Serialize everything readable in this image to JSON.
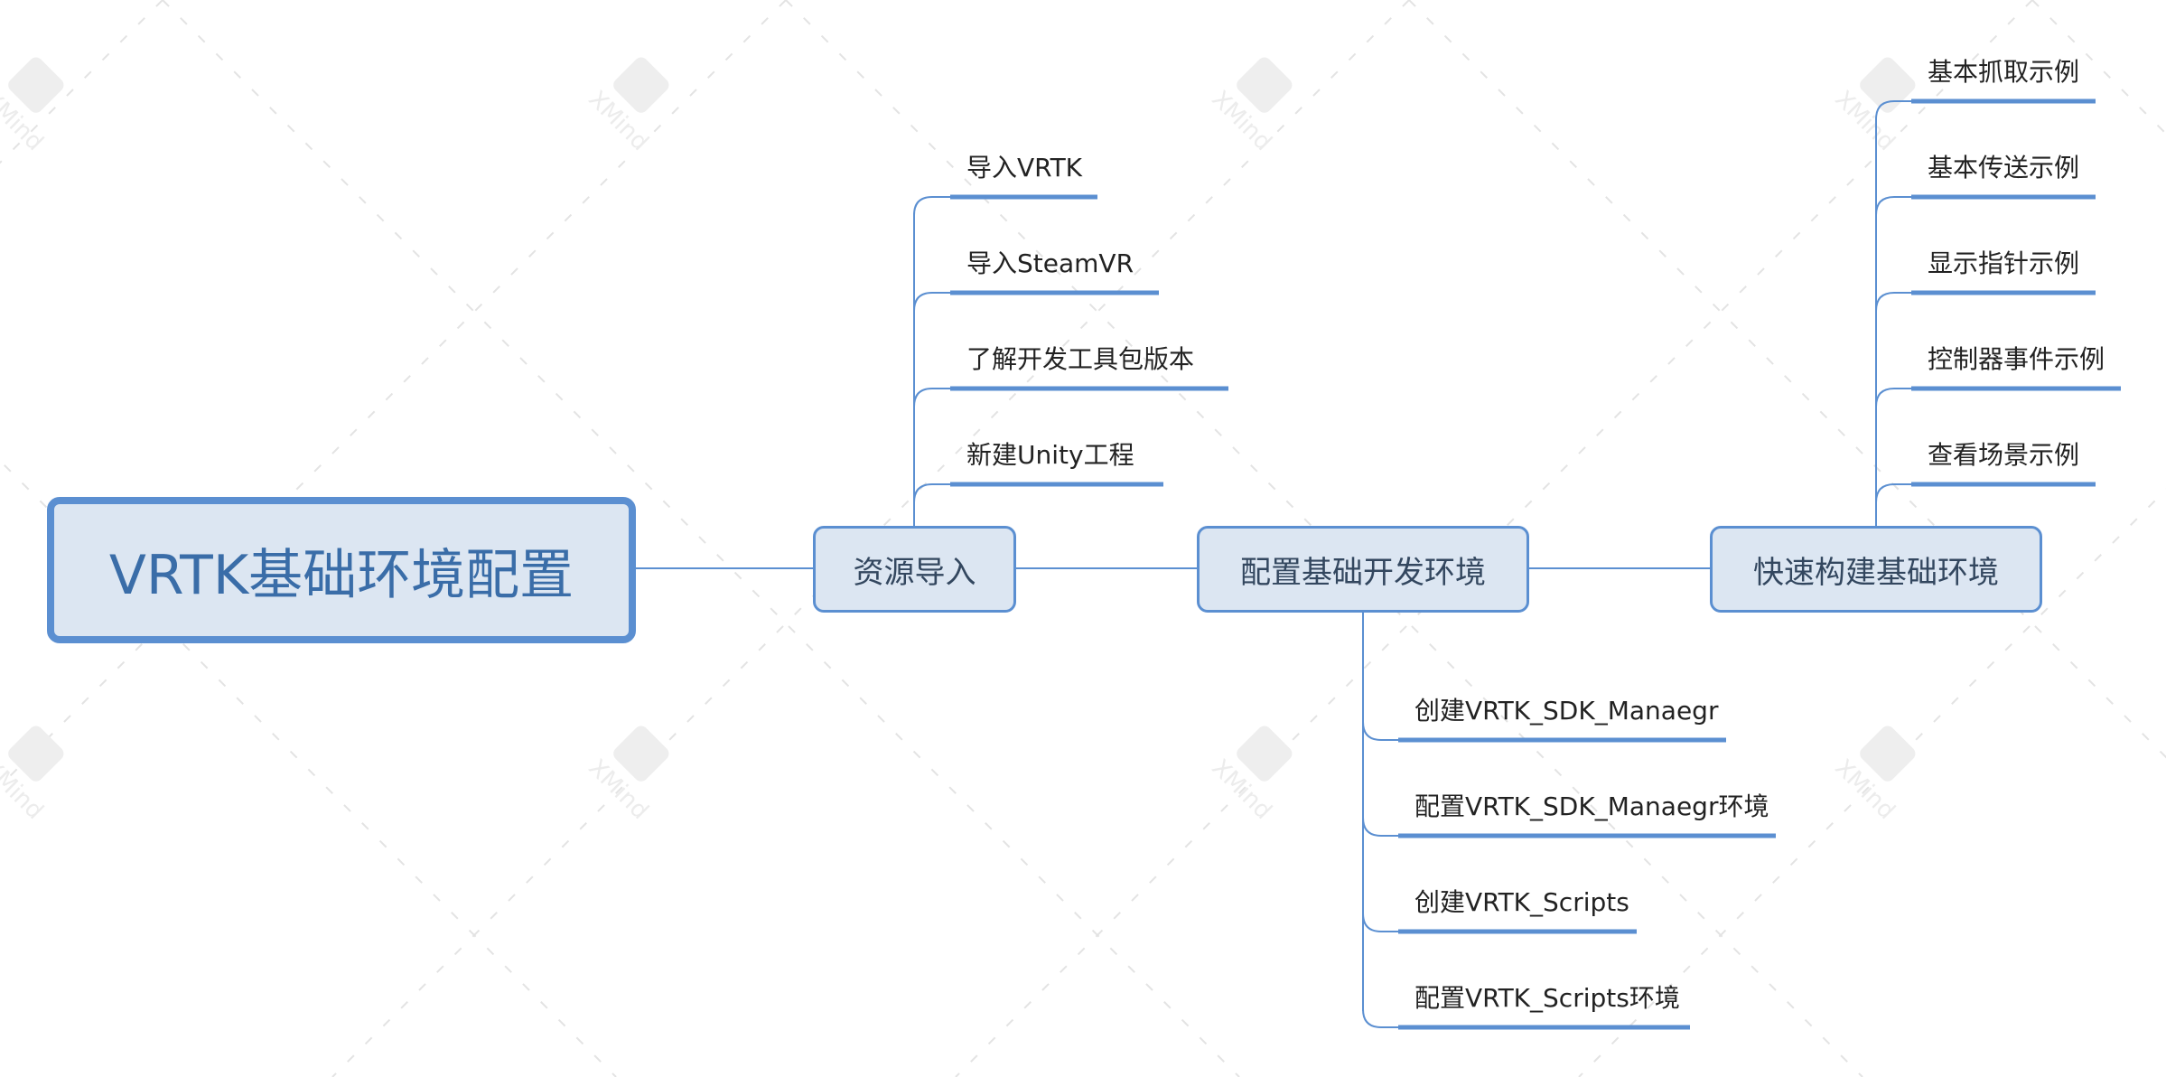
{
  "diagram": {
    "root": {
      "id": "root",
      "label": "VRTK基础环境配置"
    },
    "mains": [
      {
        "id": "m1",
        "label": "资源导入"
      },
      {
        "id": "m2",
        "label": "配置基础开发环境"
      },
      {
        "id": "m3",
        "label": "快速构建基础环境"
      }
    ],
    "leaves": {
      "m1": [
        "导入VRTK",
        "导入SteamVR",
        "了解开发工具包版本",
        "新建Unity工程"
      ],
      "m2": [
        "创建VRTK_SDK_Manaegr",
        "配置VRTK_SDK_Manaegr环境",
        "创建VRTK_Scripts",
        "配置VRTK_Scripts环境"
      ],
      "m3": [
        "基本抓取示例",
        "基本传送示例",
        "显示指针示例",
        "控制器事件示例",
        "查看场景示例"
      ]
    },
    "watermark_text": "XMind",
    "colors": {
      "line": "#5b8fd1",
      "node_fill": "#dce6f2",
      "node_border": "#5b8fd1",
      "root_text": "#3a6da8",
      "main_text": "#33475f",
      "leaf_text": "#222222"
    }
  }
}
